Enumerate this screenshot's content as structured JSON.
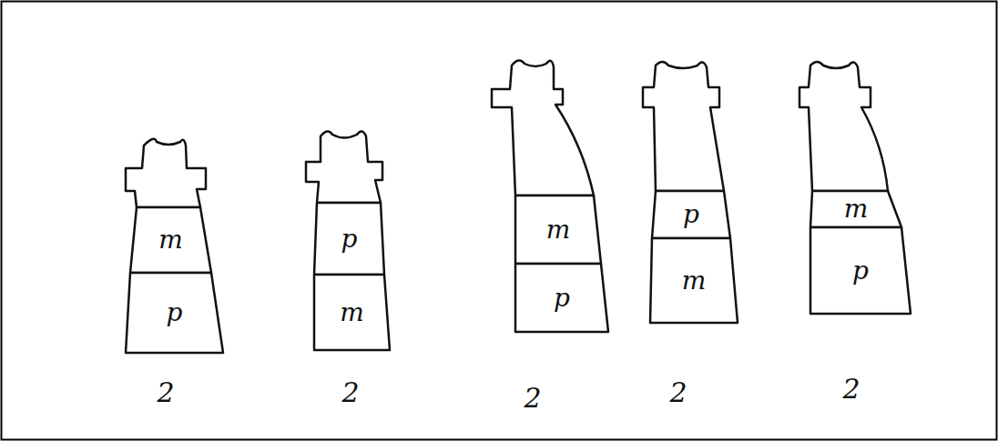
{
  "diagram": {
    "nodes": [
      {
        "text": [
          "m"
        ]
      },
      {
        "text": [
          "p"
        ]
      },
      {
        "text": [
          "p"
        ]
      },
      {
        "text": [
          "m"
        ]
      },
      {
        "text": [
          "m"
        ]
      },
      {
        "text": [
          "p"
        ]
      },
      {
        "text": [
          "p"
        ]
      },
      {
        "text": [
          "m"
        ]
      },
      {
        "text": [
          "m"
        ]
      },
      {
        "text": [
          "p"
        ]
      }
    ],
    "labels": [
      "2",
      "2",
      "2",
      "2",
      "2"
    ]
  }
}
